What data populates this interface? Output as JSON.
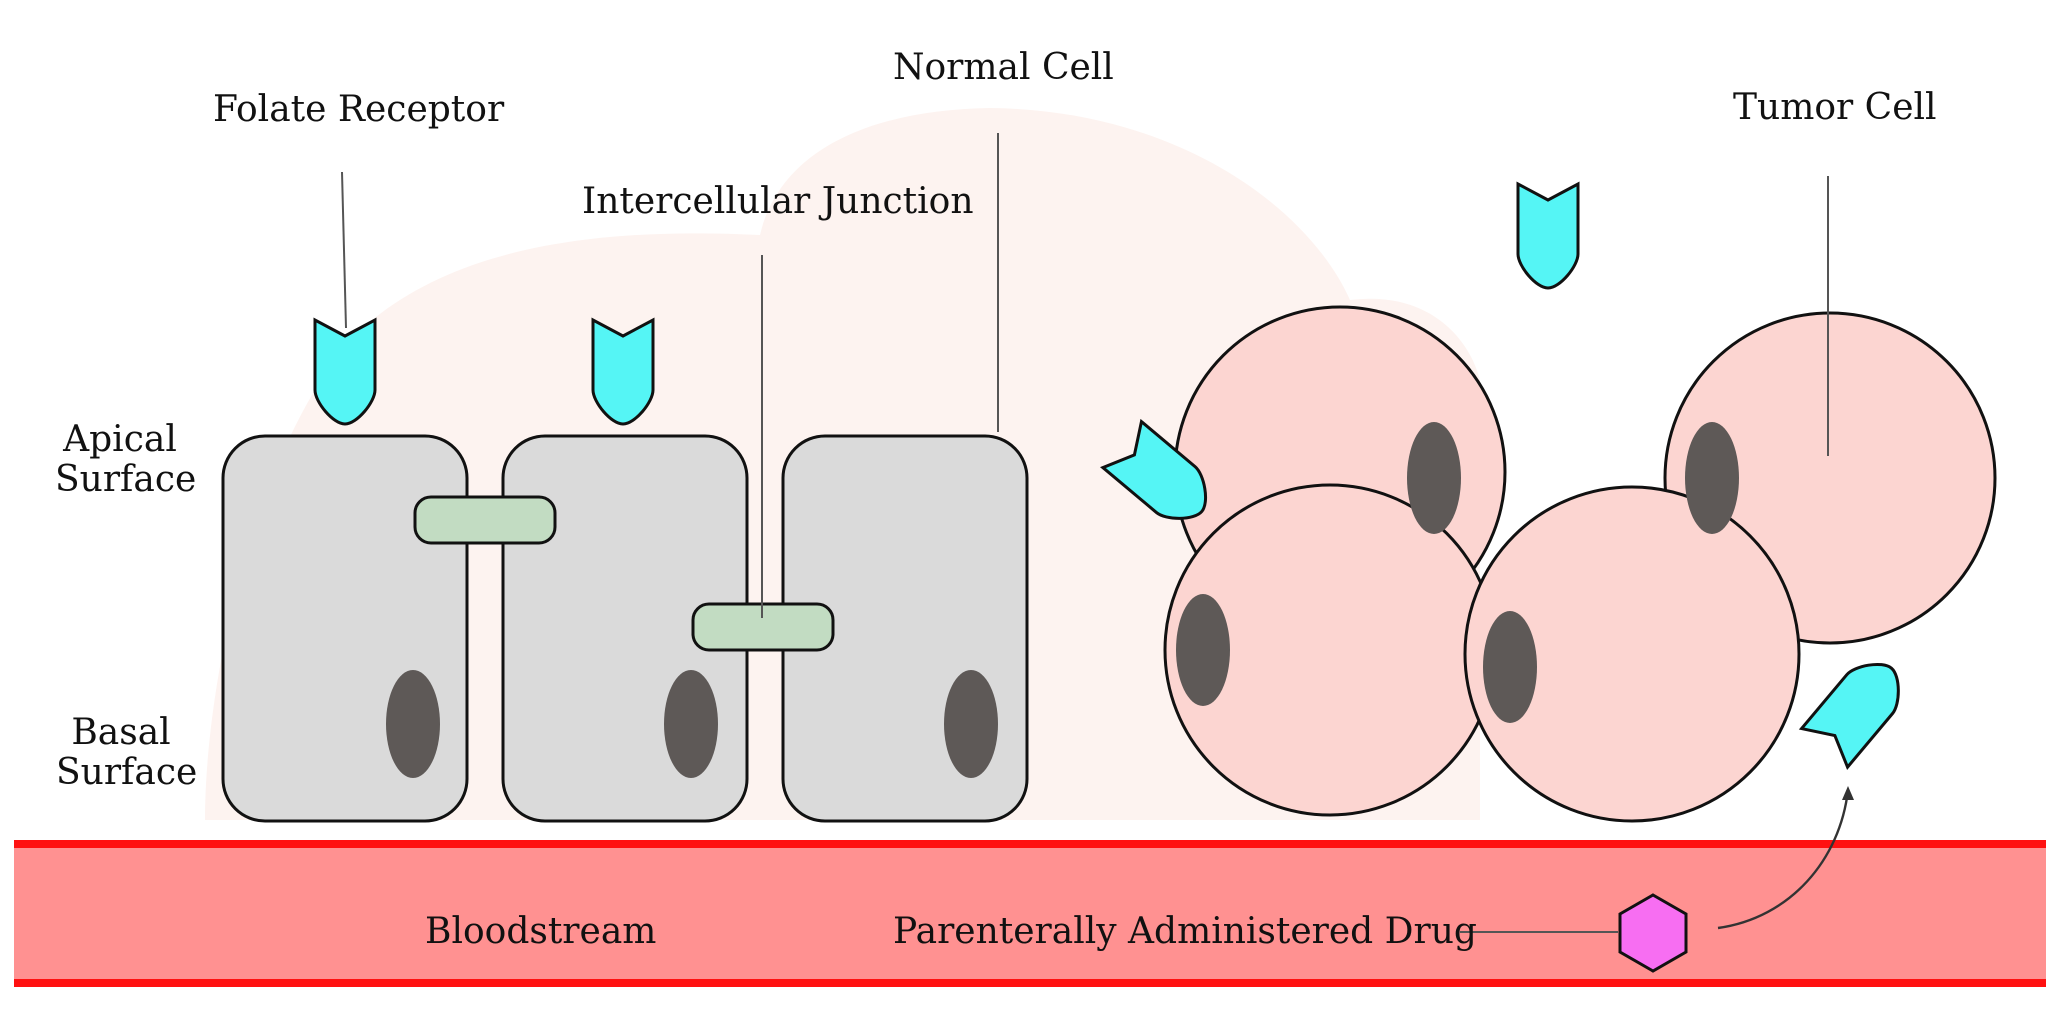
{
  "labels": {
    "folate_receptor": "Folate Receptor",
    "normal_cell": "Normal Cell",
    "intercellular_junction": "Intercellular Junction",
    "tumor_cell": "Tumor Cell",
    "apical_line1": "Apical",
    "apical_line2": "Surface",
    "basal_line1": "Basal",
    "basal_line2": "Surface",
    "bloodstream": "Bloodstream",
    "drug": "Parenterally Administered Drug"
  },
  "colors": {
    "receptor": "#55f5f5",
    "normal_cell_fill": "#dadada",
    "junction_fill": "#c2dcc2",
    "nucleus": "#5e5957",
    "tumor_cell_fill": "#fcd5d1",
    "tissue_cloud": "#fdf3f0",
    "bloodstream_fill": "#ff9191",
    "bloodstream_edge": "#ff1111",
    "drug_fill": "#f76ef2"
  },
  "icons": {
    "receptor": "folate-receptor-icon",
    "drug": "hexagon-drug-icon"
  }
}
